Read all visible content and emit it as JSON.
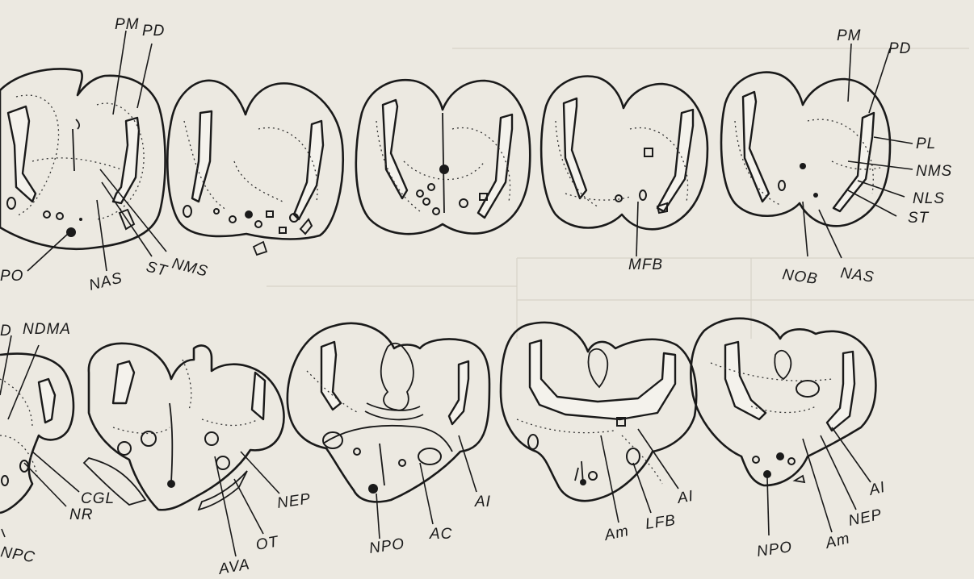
{
  "figure": {
    "top_row_labels": [
      "PM",
      "PD",
      "PM",
      "PD",
      "PL",
      "NMS",
      "NLS",
      "ST",
      "NOB",
      "NAS",
      "MFB",
      "PO",
      "NAS",
      "ST",
      "NMS"
    ],
    "bottom_row_labels": [
      "D",
      "NDMA",
      "CGL",
      "NR",
      "NPC",
      "NEP",
      "OT",
      "AVA",
      "AI",
      "AC",
      "NPO",
      "AI",
      "LFB",
      "Am",
      "AI",
      "NEP",
      "Am",
      "NPO"
    ]
  },
  "labels": {
    "pm_1": "PM",
    "pd_1": "PD",
    "nms_1": "NMS",
    "st_1": "ST",
    "nas_1": "NAS",
    "po_1": "PO",
    "mfb": "MFB",
    "pm_5": "PM",
    "pd_5": "PD",
    "pl": "PL",
    "nms_5": "NMS",
    "nls": "NLS",
    "st_5": "ST",
    "nob": "NOB",
    "nas_5": "NAS",
    "d": "D",
    "ndma": "NDMA",
    "cgl": "CGL",
    "nr": "NR",
    "npc": "NPC",
    "nep_7": "NEP",
    "ot": "OT",
    "ava": "AVA",
    "ai_8": "AI",
    "ac": "AC",
    "npo_8": "NPO",
    "ai_9": "AI",
    "lfb": "LFB",
    "am_9": "Am",
    "ai_10": "AI",
    "nep_10": "NEP",
    "am_10": "Am",
    "npo_10": "NPO"
  }
}
